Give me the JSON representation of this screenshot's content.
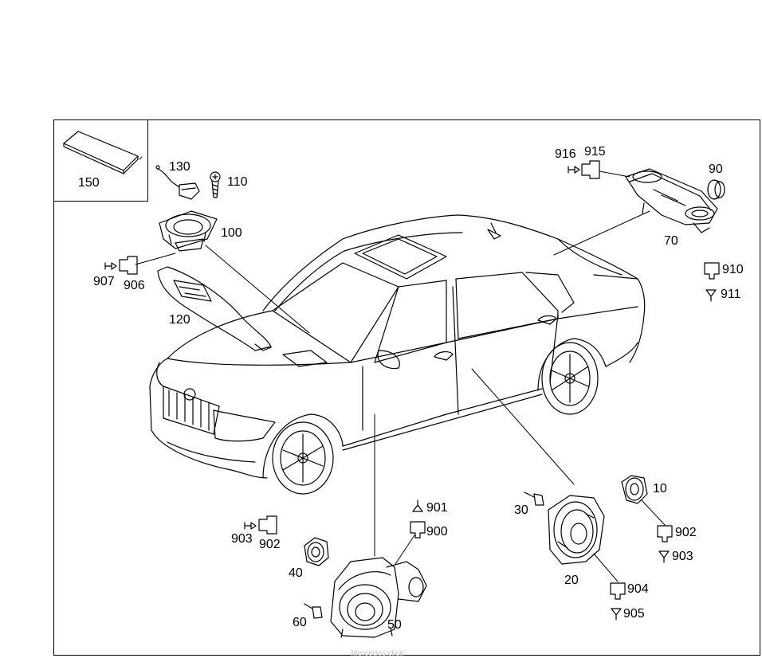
{
  "labels": {
    "l150": "150",
    "l130": "130",
    "l110": "110",
    "l100": "100",
    "l907": "907",
    "l906": "906",
    "l120": "120",
    "l916": "916",
    "l915": "915",
    "l90": "90",
    "l70": "70",
    "l910": "910",
    "l911": "911",
    "l901": "901",
    "l900": "900",
    "l903a": "903",
    "l902a": "902",
    "l40": "40",
    "l60": "60",
    "l50": "50",
    "l30": "30",
    "l20": "20",
    "l10": "10",
    "l902b": "902",
    "l903b": "903",
    "l904": "904",
    "l905": "905"
  },
  "watermark": "Mercedes.click"
}
